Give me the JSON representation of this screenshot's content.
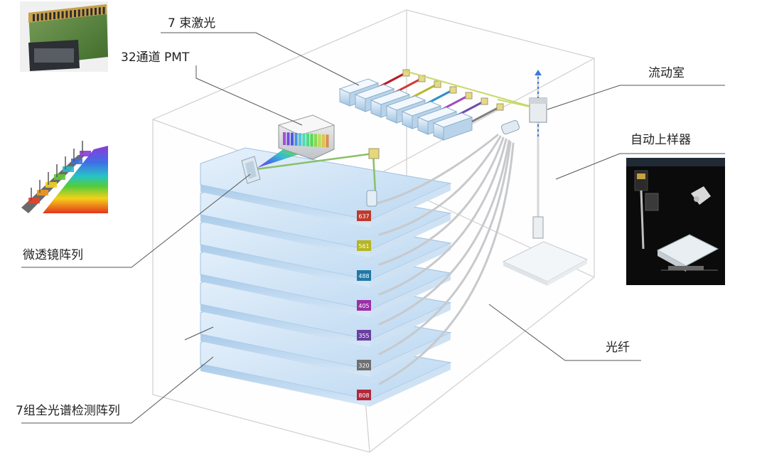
{
  "labels": {
    "lasers_7": "7 束激光",
    "pmt_32": "32通道 PMT",
    "flow_cell": "流动室",
    "autosampler": "自动上样器",
    "microlens_array": "微透镜阵列",
    "optical_fiber": "光纤",
    "detector_arrays": "7组全光谱检测阵列"
  },
  "laser_tags": [
    {
      "text": "637",
      "color": "#c0392b"
    },
    {
      "text": "561",
      "color": "#b7b51f"
    },
    {
      "text": "488",
      "color": "#1f78a8"
    },
    {
      "text": "405",
      "color": "#9b2fa8"
    },
    {
      "text": "355",
      "color": "#6a3fa0"
    },
    {
      "text": "320",
      "color": "#707070"
    },
    {
      "text": "808",
      "color": "#b0283a"
    }
  ],
  "laser_beam_colors": [
    "#b51c2a",
    "#d03a3a",
    "#b8b82a",
    "#2a90c8",
    "#a04ab8",
    "#6a50b0",
    "#808080"
  ]
}
